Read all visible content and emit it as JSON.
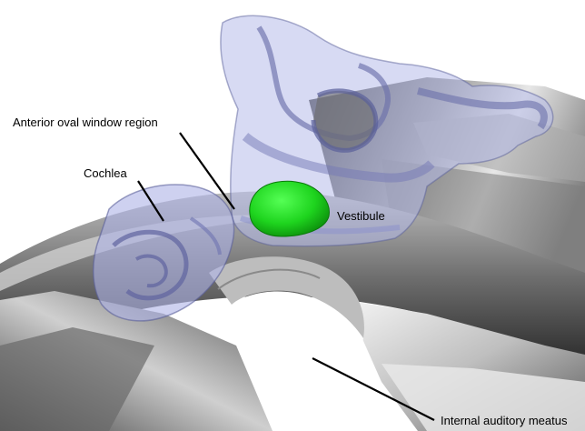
{
  "labels": {
    "anterior_oval_window": "Anterior oval window region",
    "cochlea": "Cochlea",
    "vestibule": "Vestibule",
    "internal_auditory_meatus": "Internal auditory meatus"
  },
  "colors": {
    "background": "#ffffff",
    "bone_dark": "#3a3a3a",
    "bone_light": "#d8d8d8",
    "membrane_tint": "#a9aee0",
    "membrane_edge": "#5a5f9a",
    "vestibule_green": "#22cc22",
    "leader_line": "#000000"
  }
}
